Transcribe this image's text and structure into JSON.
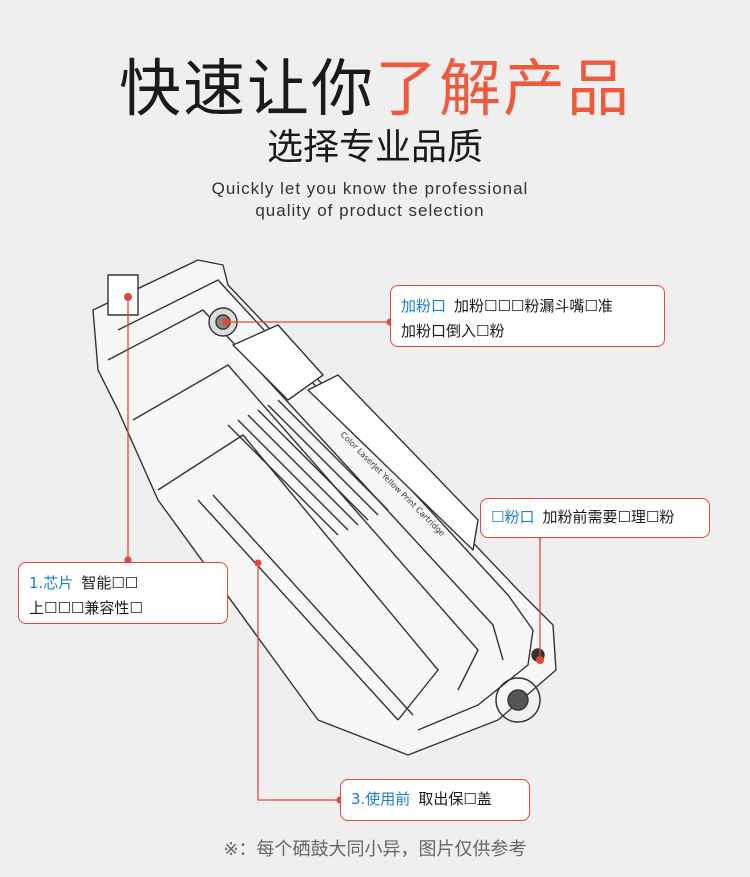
{
  "header": {
    "title_part1": "快速让你",
    "title_part2": "了解产品",
    "subtitle": "选择专业品质",
    "english_line1": "Quickly let you know the professional",
    "english_line2": "quality of product selection"
  },
  "callouts": {
    "powder_inlet": {
      "label": "加粉口",
      "line1": "加粉☐☐☐粉漏斗嘴☐准",
      "line2": "加粉口倒入☐粉"
    },
    "waste_port": {
      "label": "☐粉口",
      "text": "加粉前需要☐理☐粉"
    },
    "chip": {
      "label": "1.芯片",
      "line1": "智能☐☐",
      "line2": "上☐☐☐兼容性☐"
    },
    "before_use": {
      "label": "3.使用前",
      "text": "取出保☐盖"
    }
  },
  "product": {
    "side_text": "Color LaserJet Yellow Print Cartridge"
  },
  "footer": {
    "note": "※：每个硒鼓大同小异，图片仅供参考"
  },
  "colors": {
    "accent": "#f05a3c",
    "callout_border": "#e0483a",
    "label_blue": "#1a7fd4",
    "background": "#efefef"
  }
}
